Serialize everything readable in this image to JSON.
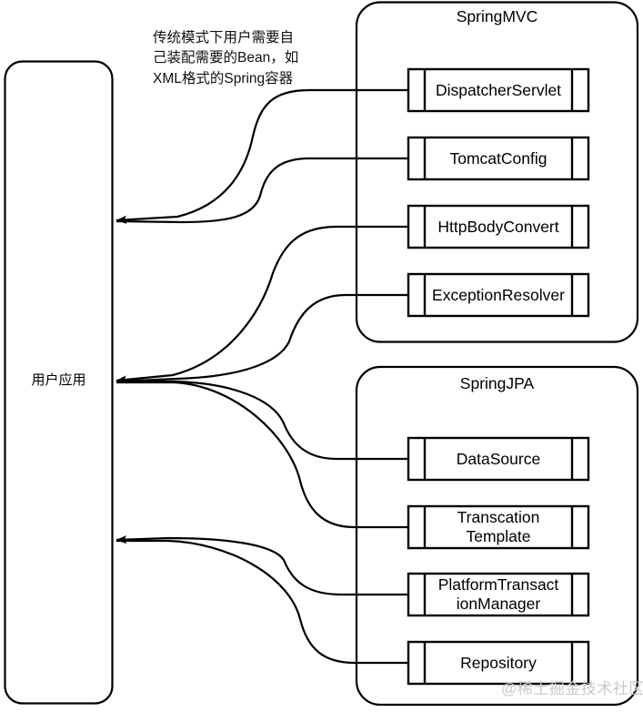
{
  "diagram": {
    "title_annotation": "传统模式下用户需要自\n己装配需要的Bean，如\nXML格式的Spring容器",
    "app_node": {
      "label": "用户应用"
    },
    "containers": [
      {
        "id": "springmvc",
        "title": "SpringMVC",
        "components": [
          {
            "label": "DispatcherServlet"
          },
          {
            "label": "TomcatConfig"
          },
          {
            "label": "HttpBodyConvert"
          },
          {
            "label": "ExceptionResolver"
          }
        ]
      },
      {
        "id": "springjpa",
        "title": "SpringJPA",
        "components": [
          {
            "label": "DataSource"
          },
          {
            "label": "Transcation\nTemplate"
          },
          {
            "label": "PlatformTransact\nionManager"
          },
          {
            "label": "Repository"
          }
        ]
      }
    ],
    "watermark": "@稀土掘金技术社区",
    "colors": {
      "stroke": "#000000",
      "fill": "#ffffff",
      "text": "#000000",
      "watermark": "#c9c9c9"
    }
  }
}
